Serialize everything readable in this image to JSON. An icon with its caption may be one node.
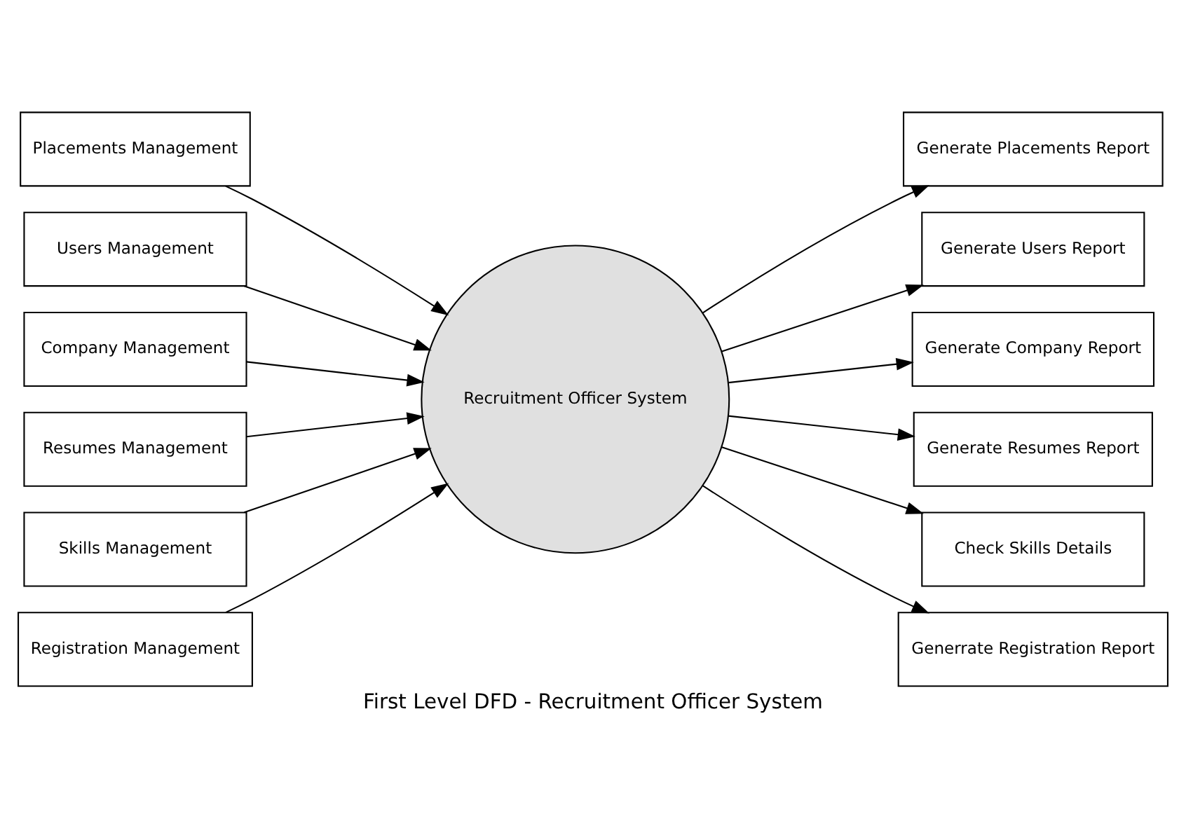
{
  "diagram": {
    "title": "First Level DFD - Recruitment Officer System",
    "nodes": [
      {
        "text": [
          "Placements Management"
        ]
      },
      {
        "text": [
          "Users Management"
        ]
      },
      {
        "text": [
          "Company Management"
        ]
      },
      {
        "text": [
          "Resumes Management"
        ]
      },
      {
        "text": [
          "Skills Management"
        ]
      },
      {
        "text": [
          "Registration Management"
        ]
      },
      {
        "text": [
          "Recruitment Officer System"
        ]
      },
      {
        "text": [
          "Generate Placements Report"
        ]
      },
      {
        "text": [
          "Generate Users Report"
        ]
      },
      {
        "text": [
          "Generate Company Report"
        ]
      },
      {
        "text": [
          "Generate Resumes Report"
        ]
      },
      {
        "text": [
          "Check Skills Details"
        ]
      },
      {
        "text": [
          "Generrate Registration Report"
        ]
      }
    ],
    "edges": [
      {
        "from": 0,
        "to": 6,
        "arrow": "to"
      },
      {
        "from": 1,
        "to": 6,
        "arrow": "to"
      },
      {
        "from": 2,
        "to": 6,
        "arrow": "to"
      },
      {
        "from": 3,
        "to": 6,
        "arrow": "to"
      },
      {
        "from": 4,
        "to": 6,
        "arrow": "to"
      },
      {
        "from": 5,
        "to": 6,
        "arrow": "to"
      },
      {
        "from": 6,
        "to": 7,
        "arrow": "to"
      },
      {
        "from": 6,
        "to": 8,
        "arrow": "to"
      },
      {
        "from": 6,
        "to": 9,
        "arrow": "to"
      },
      {
        "from": 6,
        "to": 10,
        "arrow": "to"
      },
      {
        "from": 6,
        "to": 11,
        "arrow": "to"
      },
      {
        "from": 6,
        "to": 12,
        "arrow": "to"
      }
    ]
  }
}
